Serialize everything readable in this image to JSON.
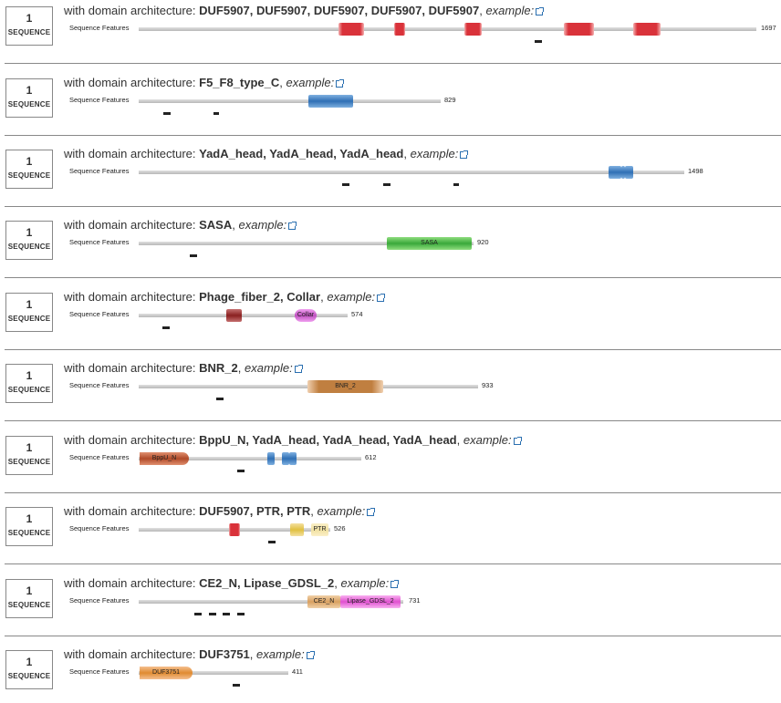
{
  "common": {
    "prefix": "with domain architecture: ",
    "example": "example:",
    "seq_label": "SEQUENCE",
    "features_label": "Sequence Features"
  },
  "rows": [
    {
      "count": "1",
      "domains": "DUF5907, DUF5907, DUF5907, DUF5907, DUF5907",
      "length": "1697"
    },
    {
      "count": "1",
      "domains": "F5_F8_type_C",
      "length": "829"
    },
    {
      "count": "1",
      "domains": "YadA_head, YadA_head, YadA_head",
      "length": "1498"
    },
    {
      "count": "1",
      "domains": "SASA",
      "length": "920",
      "labels": [
        "SASA"
      ]
    },
    {
      "count": "1",
      "domains": "Phage_fiber_2, Collar",
      "length": "574",
      "labels": [
        "Collar"
      ]
    },
    {
      "count": "1",
      "domains": "BNR_2",
      "length": "933",
      "labels": [
        "BNR_2"
      ]
    },
    {
      "count": "1",
      "domains": "BppU_N, YadA_head, YadA_head, YadA_head",
      "length": "612",
      "labels": [
        "BppU_N"
      ]
    },
    {
      "count": "1",
      "domains": "DUF5907, PTR, PTR",
      "length": "526",
      "labels": [
        "PTR"
      ]
    },
    {
      "count": "1",
      "domains": "CE2_N, Lipase_GDSL_2",
      "length": "731",
      "labels": [
        "CE2_N",
        "Lipase_GDSL_2"
      ]
    },
    {
      "count": "1",
      "domains": "DUF3751",
      "length": "411",
      "labels": [
        "DUF3751"
      ]
    }
  ]
}
